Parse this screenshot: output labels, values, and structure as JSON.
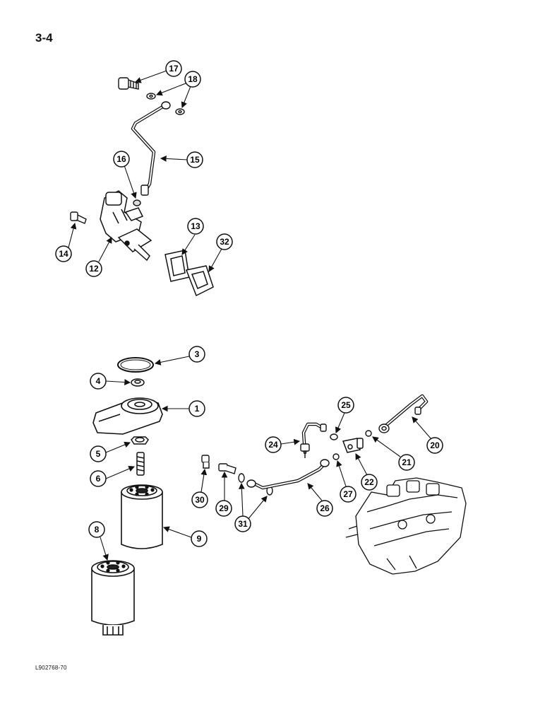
{
  "page_number": "3-4",
  "document_code": "L902768-70",
  "callouts": [
    {
      "label": "17",
      "part": "bolt"
    },
    {
      "label": "18",
      "part": "sealing-washers"
    },
    {
      "label": "15",
      "part": "fuel-line"
    },
    {
      "label": "16",
      "part": "sealing-washer"
    },
    {
      "label": "14",
      "part": "bolt"
    },
    {
      "label": "12",
      "part": "fuel-lift-pump"
    },
    {
      "label": "13",
      "part": "gasket"
    },
    {
      "label": "32",
      "part": "gasket"
    },
    {
      "label": "3",
      "part": "o-ring"
    },
    {
      "label": "4",
      "part": "seal"
    },
    {
      "label": "1",
      "part": "filter-head"
    },
    {
      "label": "5",
      "part": "adapter"
    },
    {
      "label": "6",
      "part": "stud"
    },
    {
      "label": "8",
      "part": "fuel-filter"
    },
    {
      "label": "9",
      "part": "fuel-filter"
    },
    {
      "label": "30",
      "part": "bolt"
    },
    {
      "label": "29",
      "part": "banjo-bolt"
    },
    {
      "label": "31",
      "part": "sealing-washers"
    },
    {
      "label": "26",
      "part": "fuel-line"
    },
    {
      "label": "24",
      "part": "fuel-line"
    },
    {
      "label": "25",
      "part": "washer"
    },
    {
      "label": "27",
      "part": "washer"
    },
    {
      "label": "22",
      "part": "fitting"
    },
    {
      "label": "21",
      "part": "washer"
    },
    {
      "label": "20",
      "part": "fuel-line"
    }
  ]
}
